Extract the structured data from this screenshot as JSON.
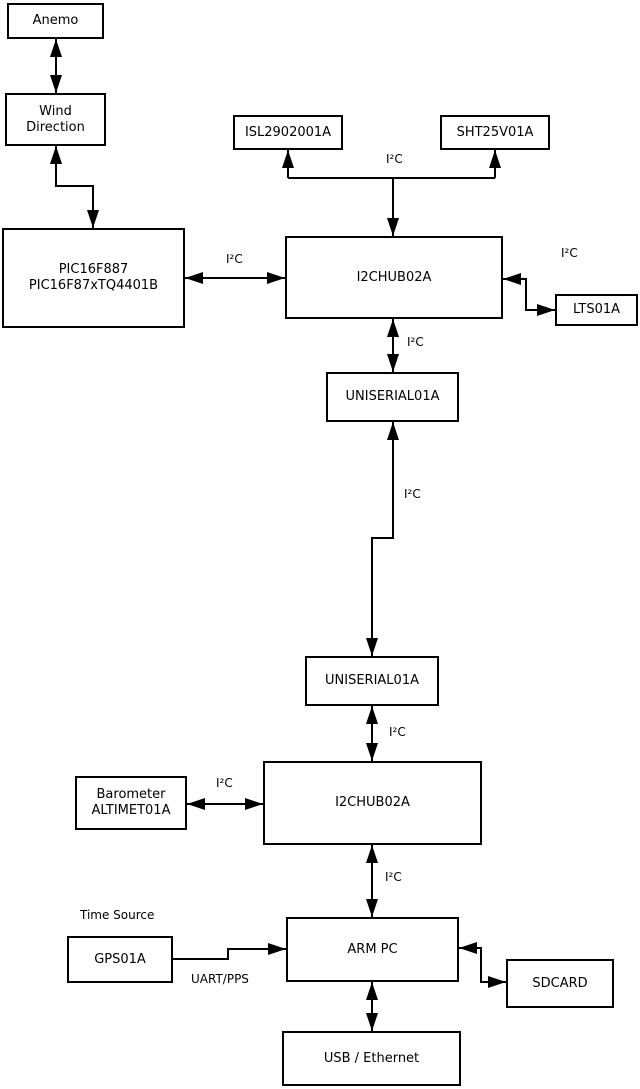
{
  "diagram": {
    "background_color": "#ffffff",
    "line_color": "#000000",
    "text_color": "#000000"
  },
  "nodes": {
    "anemo": {
      "label": "Anemo"
    },
    "wind_direction": {
      "line1": "Wind",
      "line2": "Direction"
    },
    "pic": {
      "line1": "PIC16F887",
      "line2": "PIC16F87xTQ4401B"
    },
    "isl": {
      "label": "ISL2902001A"
    },
    "sht": {
      "label": "SHT25V01A"
    },
    "i2chub_top": {
      "label": "I2CHUB02A"
    },
    "lts": {
      "label": "LTS01A"
    },
    "uniserial_top": {
      "label": "UNISERIAL01A"
    },
    "uniserial_bottom": {
      "label": "UNISERIAL01A"
    },
    "i2chub_bottom": {
      "label": "I2CHUB02A"
    },
    "barometer": {
      "line1": "Barometer",
      "line2": "ALTIMET01A"
    },
    "gps": {
      "label": "GPS01A"
    },
    "arm_pc": {
      "label": "ARM PC"
    },
    "sdcard": {
      "label": "SDCARD"
    },
    "usb_ethernet": {
      "label": "USB / Ethernet"
    }
  },
  "edge_labels": {
    "bus_isl_sht": "I²C",
    "pic_hub": "I²C",
    "hub_lts": "I²C",
    "hub_uniserial": "I²C",
    "uniserial_link": "I²C",
    "uniserial_hub2": "I²C",
    "barometer_hub2": "I²C",
    "hub2_armpc": "I²C",
    "gps_armpc": "UART/PPS"
  },
  "annotations": {
    "time_source": "Time Source"
  },
  "edges": [
    {
      "from": "Anemo",
      "to": "Wind Direction",
      "label": "",
      "bidirectional": true
    },
    {
      "from": "Wind Direction",
      "to": "PIC16F887 PIC16F87xTQ4401B",
      "label": "",
      "bidirectional": true
    },
    {
      "from": "PIC16F887 PIC16F87xTQ4401B",
      "to": "I2CHUB02A (top)",
      "label": "I²C",
      "bidirectional": true
    },
    {
      "from": "I2CHUB02A (top)",
      "to": "ISL2902001A / SHT25V01A",
      "label": "I²C",
      "bidirectional": true
    },
    {
      "from": "I2CHUB02A (top)",
      "to": "LTS01A",
      "label": "I²C",
      "bidirectional": true
    },
    {
      "from": "I2CHUB02A (top)",
      "to": "UNISERIAL01A (upper)",
      "label": "I²C",
      "bidirectional": true
    },
    {
      "from": "UNISERIAL01A (upper)",
      "to": "UNISERIAL01A (lower)",
      "label": "I²C",
      "bidirectional": true
    },
    {
      "from": "UNISERIAL01A (lower)",
      "to": "I2CHUB02A (bottom)",
      "label": "I²C",
      "bidirectional": true
    },
    {
      "from": "Barometer ALTIMET01A",
      "to": "I2CHUB02A (bottom)",
      "label": "I²C",
      "bidirectional": true
    },
    {
      "from": "I2CHUB02A (bottom)",
      "to": "ARM PC",
      "label": "I²C",
      "bidirectional": true
    },
    {
      "from": "GPS01A",
      "to": "ARM PC",
      "label": "UART/PPS",
      "bidirectional": false
    },
    {
      "from": "ARM PC",
      "to": "SDCARD",
      "label": "",
      "bidirectional": true
    },
    {
      "from": "ARM PC",
      "to": "USB / Ethernet",
      "label": "",
      "bidirectional": true
    }
  ]
}
